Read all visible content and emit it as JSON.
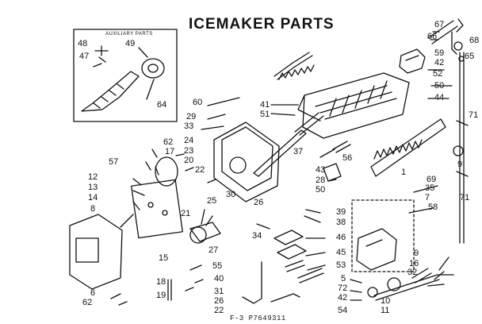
{
  "title": "ICEMAKER PARTS",
  "inset_title": "AUXILIARY PARTS",
  "footer": "F-3  P7649311",
  "part_labels": [
    "48",
    "49",
    "47",
    "64",
    "67",
    "66",
    "68",
    "59",
    "65",
    "42",
    "52",
    "50",
    "44",
    "71",
    "60",
    "41",
    "51",
    "29",
    "33",
    "9",
    "71",
    "37",
    "56",
    "62",
    "24",
    "17",
    "23",
    "57",
    "20",
    "43",
    "28",
    "50",
    "69",
    "35",
    "7",
    "58",
    "22",
    "12",
    "13",
    "14",
    "8",
    "21",
    "25",
    "26",
    "39",
    "38",
    "34",
    "46",
    "45",
    "53",
    "27",
    "55",
    "40",
    "15",
    "18",
    "19",
    "6",
    "62",
    "31",
    "26",
    "22",
    "5",
    "72",
    "42",
    "54",
    "10",
    "11",
    "9",
    "16",
    "32",
    "30",
    "1"
  ],
  "colors": {
    "ink": "#111111",
    "paper": "#ffffff"
  }
}
